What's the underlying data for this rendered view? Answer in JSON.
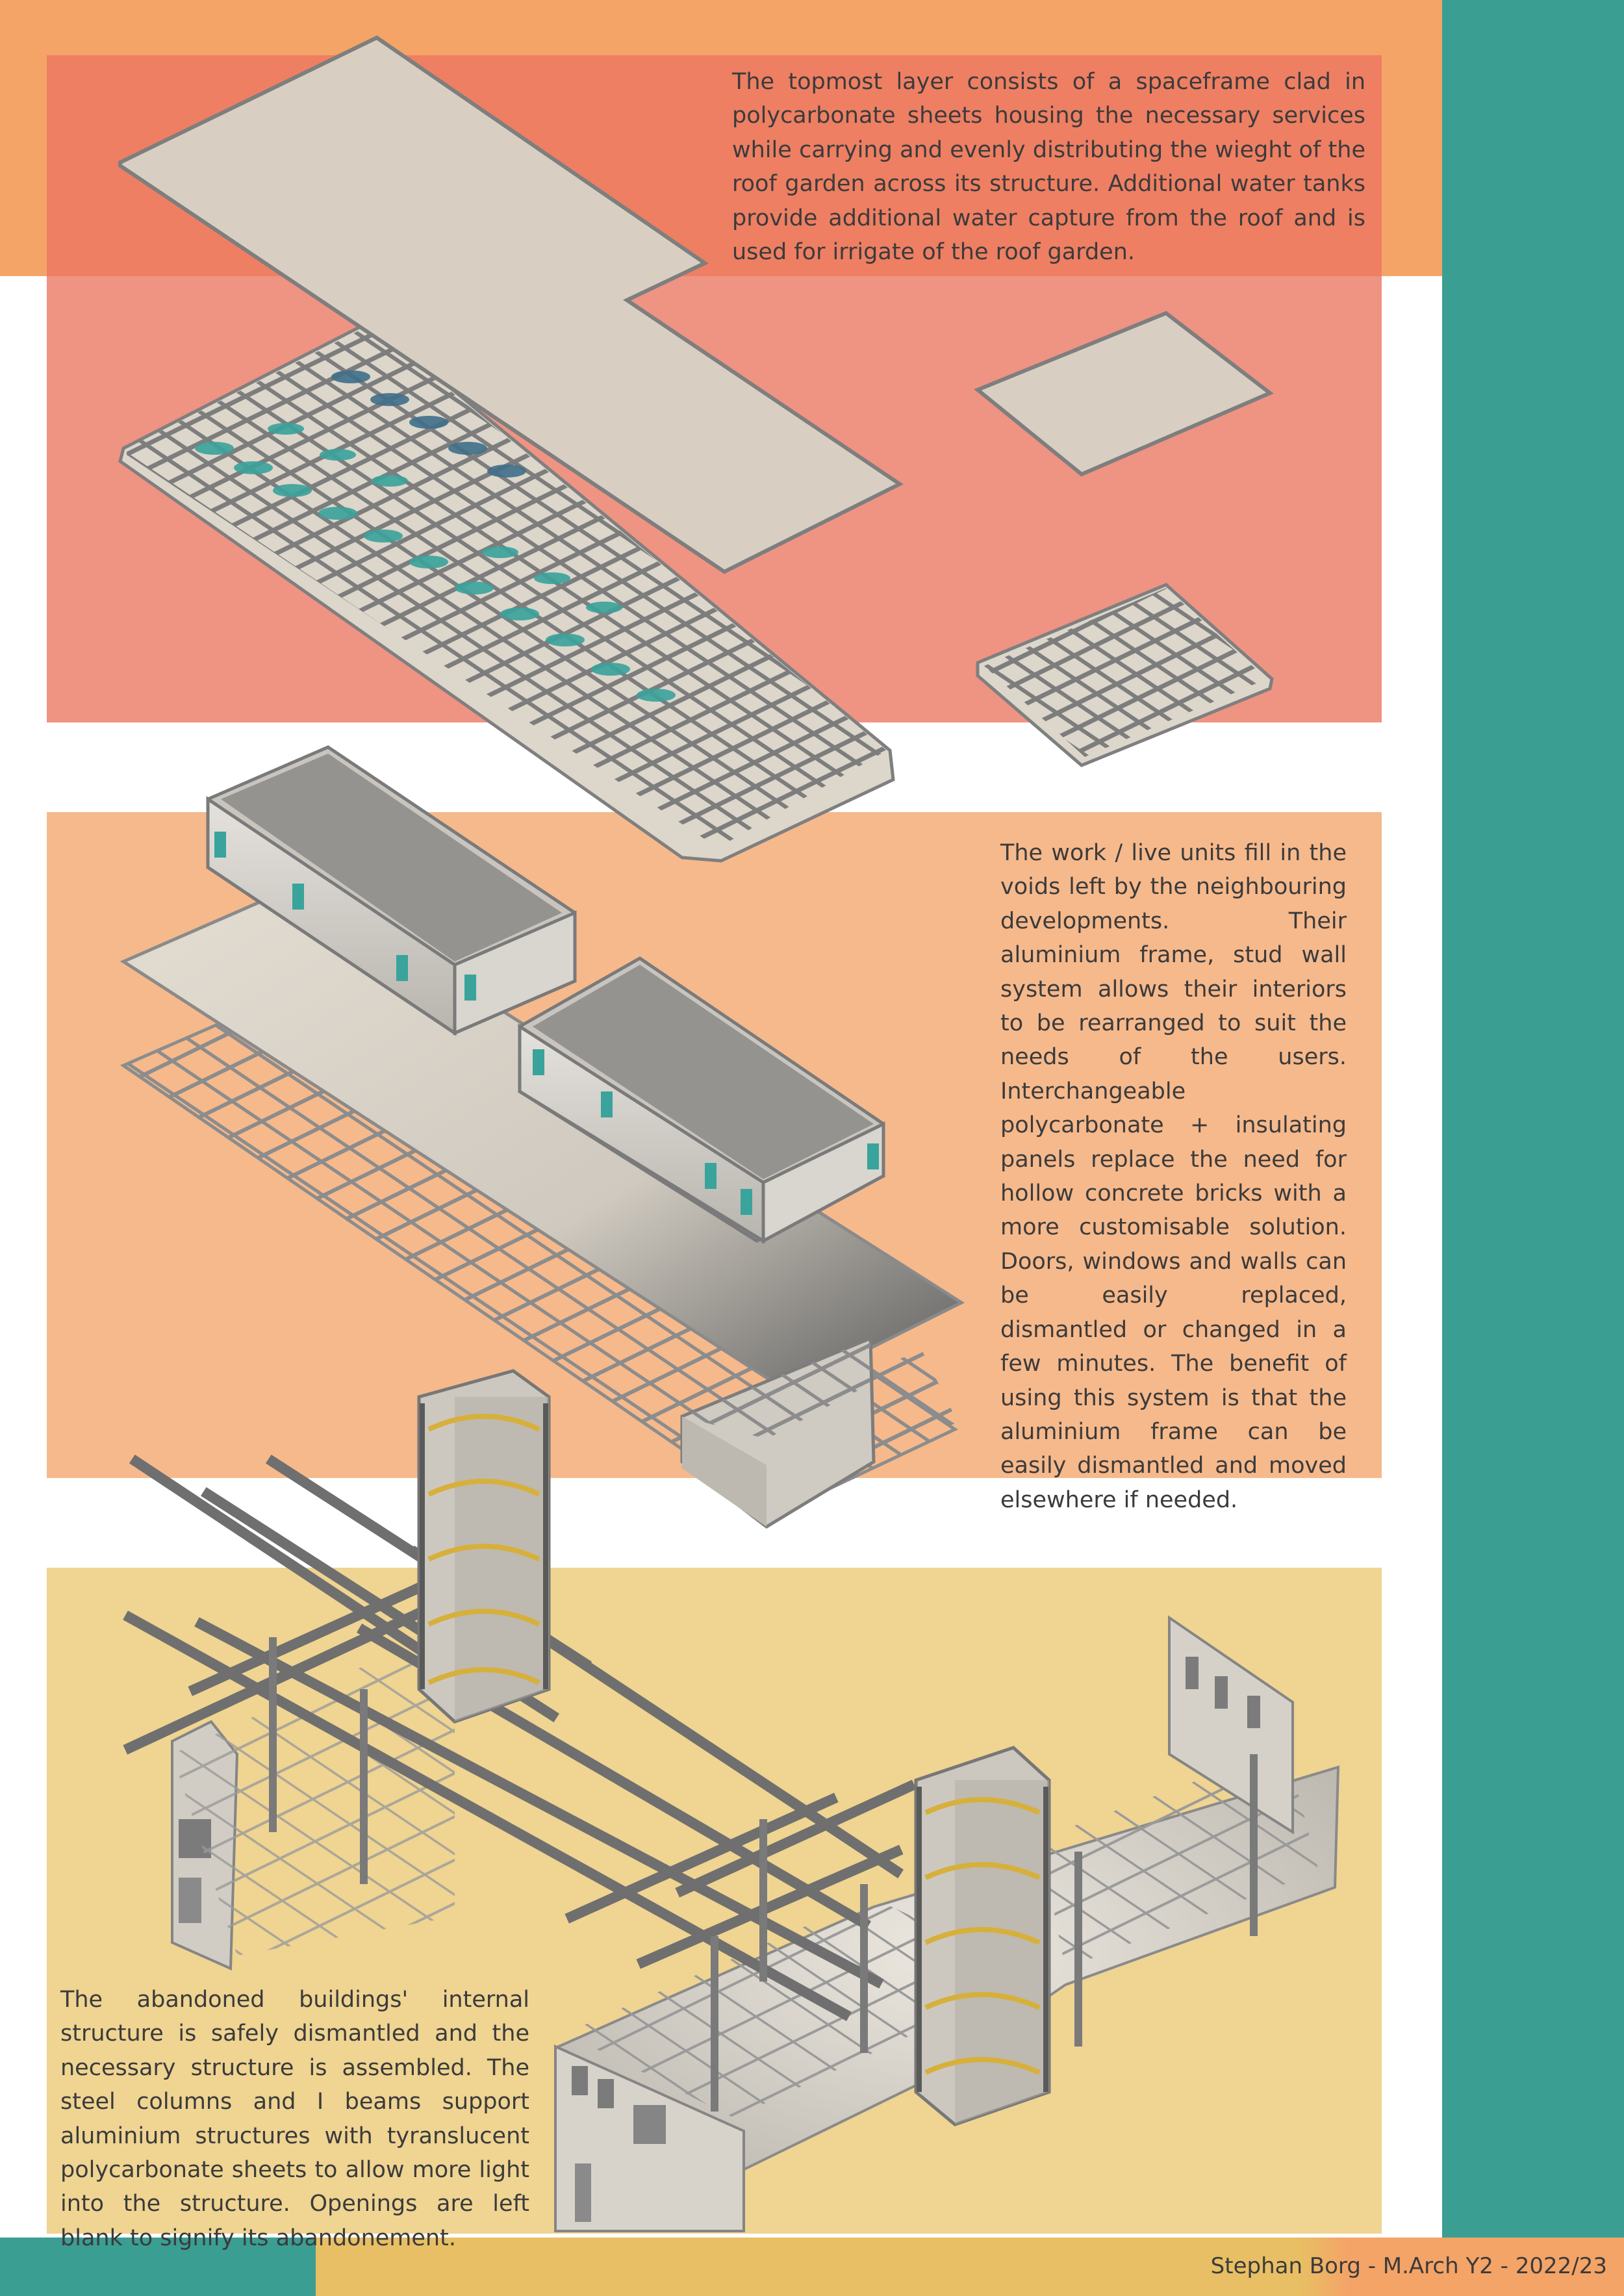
{
  "colors": {
    "teal": "#3a9e93",
    "orange_top": "#f4a467",
    "red_band": "#ee7f63",
    "salmon": "#ef9383",
    "peach": "#f6b98c",
    "yellow": "#efd492",
    "footer_gold": "#e8bf64",
    "text": "#3b3b3b",
    "structure_light": "#ddd6c9",
    "structure_dark": "#8a8a8a",
    "panel_teal": "#3aa39c",
    "panel_blue": "#3f6f8a",
    "stair_yellow": "#d7b03c"
  },
  "sections": {
    "roof": {
      "text": "The topmost layer consists of a spaceframe clad in polycarbonate sheets housing the necessary services while carrying and evenly distributing the wieght of the roof garden across its structure. Additional water tanks provide additional water capture from the roof and is used for irrigate of the roof garden."
    },
    "units": {
      "text": "The work / live units fill in the voids left by the neighbouring developments. Their aluminium frame, stud wall system allows their interiors to be rearranged to suit the needs of the users. Interchangeable polycarbonate + insulating panels replace the need for hollow concrete bricks with a more customisable solution. Doors, windows and walls can be easily replaced, dismantled or changed in a few minutes. The benefit of using this system is that the aluminium frame can be easily dismantled and moved elsewhere if needed."
    },
    "structure": {
      "text": "The abandoned buildings' internal structure is safely dismantled and the necessary structure is assembled. The steel columns and I beams support aluminium structures with tyranslucent polycarbonate sheets to allow more light into the structure. Openings are left blank to signify its abandonement."
    }
  },
  "footer": {
    "credit": "Stephan Borg - M.Arch Y2 - 2022/23"
  }
}
